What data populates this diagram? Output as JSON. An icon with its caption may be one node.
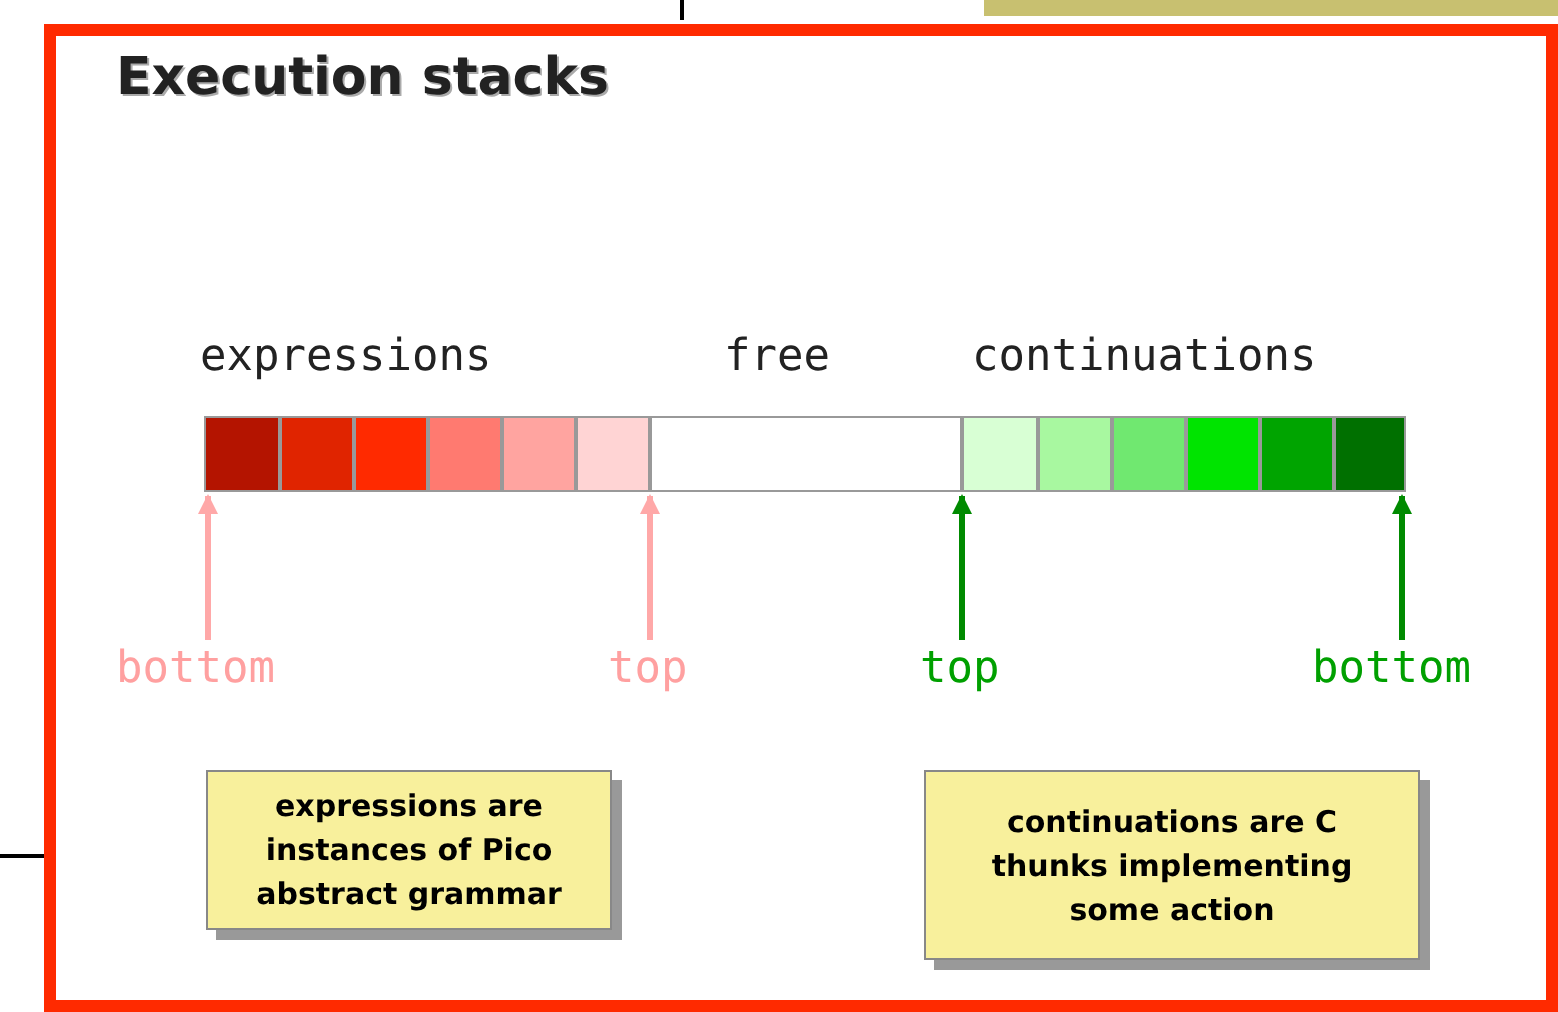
{
  "diagram": {
    "title": "Execution stacks",
    "nodes": [
      {
        "text": [],
        "shape": "box"
      },
      {
        "text": [],
        "shape": "box"
      },
      {
        "text": [],
        "shape": "box"
      },
      {
        "text": [],
        "shape": "box"
      },
      {
        "text": [],
        "shape": "box"
      },
      {
        "text": [],
        "shape": "box"
      },
      {
        "text": [],
        "shape": "box"
      },
      {
        "text": [],
        "shape": "box"
      },
      {
        "text": [],
        "shape": "box"
      },
      {
        "text": [],
        "shape": "box"
      },
      {
        "text": [],
        "shape": "box"
      },
      {
        "text": [],
        "shape": "box"
      },
      {
        "text": [],
        "shape": "box"
      },
      {
        "text": [
          "bottom"
        ]
      },
      {
        "text": [
          "top"
        ]
      },
      {
        "text": [
          "top"
        ]
      },
      {
        "text": [
          "bottom"
        ]
      },
      {
        "text": [
          "expressions are instances of Pico abstract grammar"
        ]
      },
      {
        "text": [
          "continuations are C thunks implementing some action"
        ]
      }
    ],
    "edges": [
      {
        "from": 13,
        "to": 0,
        "arrow": "to",
        "color": "#ffa8a8"
      },
      {
        "from": 14,
        "to": 5,
        "arrow": "to",
        "color": "#ffa8a8"
      },
      {
        "from": 15,
        "to": 7,
        "arrow": "to",
        "color": "#008a00"
      },
      {
        "from": 16,
        "to": 12,
        "arrow": "to",
        "color": "#008a00"
      }
    ],
    "labels": [
      "expressions",
      "free",
      "continuations"
    ]
  }
}
